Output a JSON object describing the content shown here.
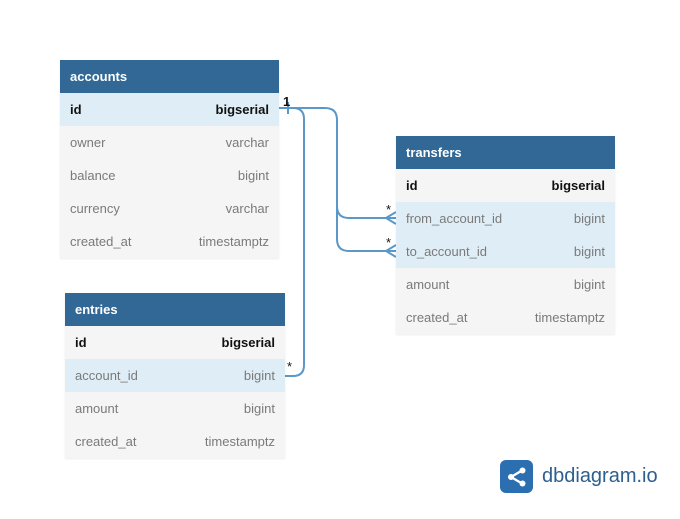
{
  "tables": {
    "accounts": {
      "name": "accounts",
      "columns": [
        {
          "name": "id",
          "type": "bigserial"
        },
        {
          "name": "owner",
          "type": "varchar"
        },
        {
          "name": "balance",
          "type": "bigint"
        },
        {
          "name": "currency",
          "type": "varchar"
        },
        {
          "name": "created_at",
          "type": "timestamptz"
        }
      ]
    },
    "entries": {
      "name": "entries",
      "columns": [
        {
          "name": "id",
          "type": "bigserial"
        },
        {
          "name": "account_id",
          "type": "bigint"
        },
        {
          "name": "amount",
          "type": "bigint"
        },
        {
          "name": "created_at",
          "type": "timestamptz"
        }
      ]
    },
    "transfers": {
      "name": "transfers",
      "columns": [
        {
          "name": "id",
          "type": "bigserial"
        },
        {
          "name": "from_account_id",
          "type": "bigint"
        },
        {
          "name": "to_account_id",
          "type": "bigint"
        },
        {
          "name": "amount",
          "type": "bigint"
        },
        {
          "name": "created_at",
          "type": "timestamptz"
        }
      ]
    }
  },
  "relationships": {
    "one_label": "1",
    "many_label": "*"
  },
  "brand": {
    "name": "dbdiagram.io"
  },
  "colors": {
    "header": "#316896",
    "edge": "#5b98c8",
    "highlight_row": "#dfeef6"
  }
}
